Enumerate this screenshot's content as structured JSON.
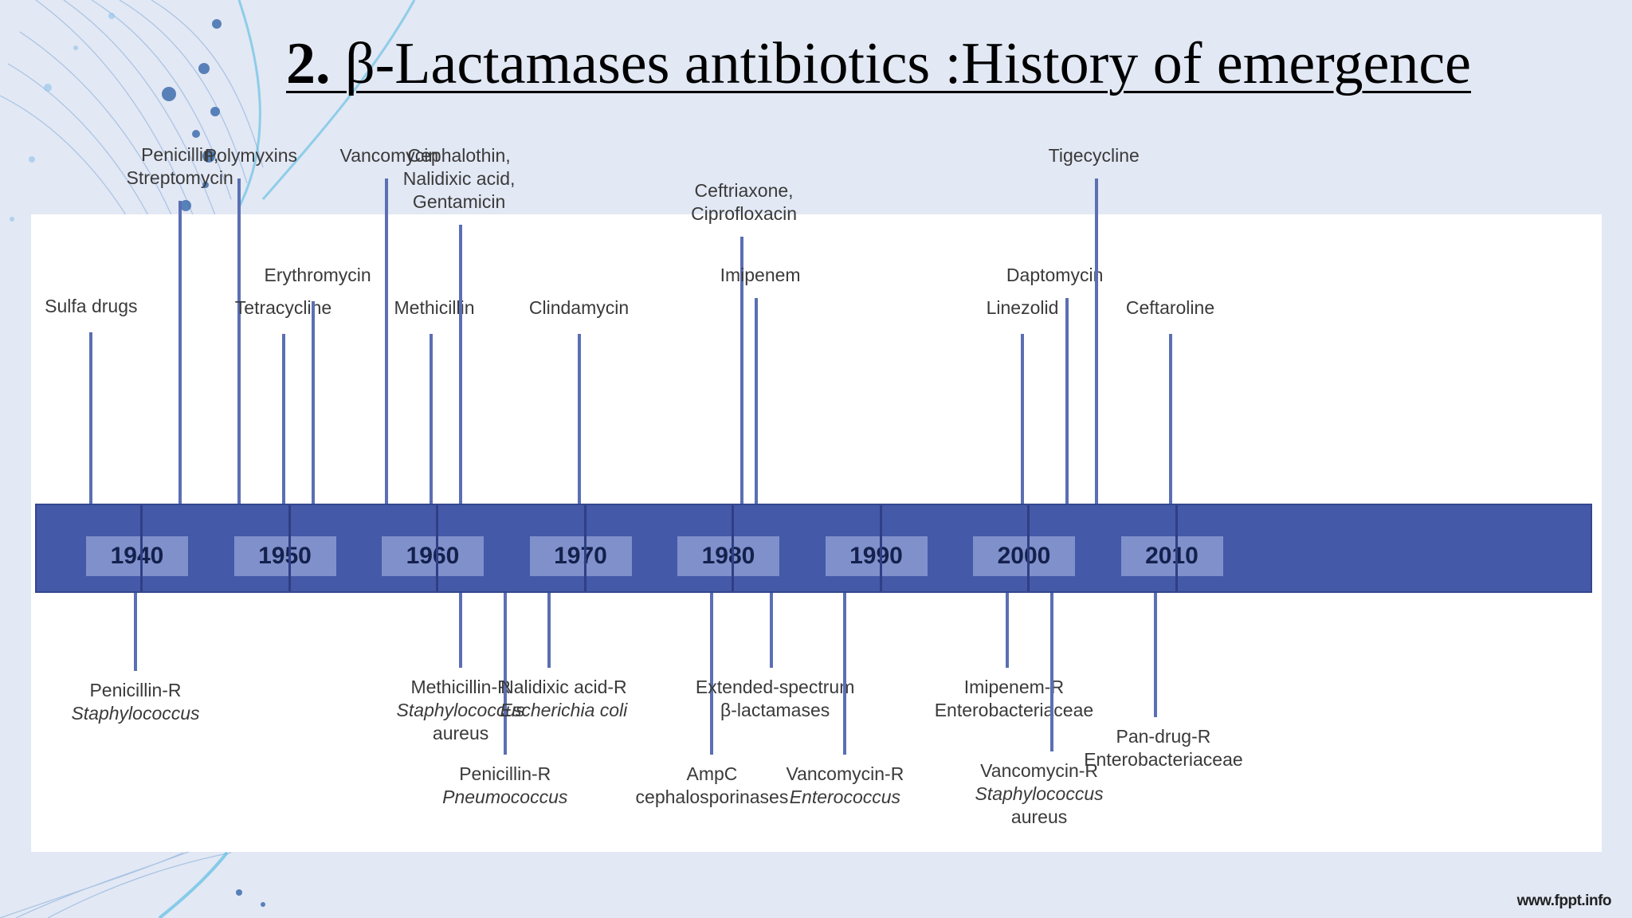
{
  "slide": {
    "title_number": "2.",
    "title_text": "β-Lactamases antibiotics :History of emergence",
    "footer": "www.fppt.info"
  },
  "timeline": {
    "years": [
      "1940",
      "1950",
      "1960",
      "1970",
      "1980",
      "1990",
      "2000",
      "2010"
    ],
    "antibiotics": [
      {
        "id": "sulfa",
        "lines": [
          "Sulfa drugs"
        ],
        "year": 1937
      },
      {
        "id": "penicillin",
        "lines": [
          "Penicillin,",
          "Streptomycin"
        ],
        "year": 1943
      },
      {
        "id": "polymyxins",
        "lines": [
          "Polymyxins"
        ],
        "year": 1947
      },
      {
        "id": "tetracycline",
        "lines": [
          "Tetracycline"
        ],
        "year": 1950
      },
      {
        "id": "erythromycin",
        "lines": [
          "Erythromycin"
        ],
        "year": 1952
      },
      {
        "id": "vancomycin",
        "lines": [
          "Vancomycin"
        ],
        "year": 1957
      },
      {
        "id": "methicillin",
        "lines": [
          "Methicillin"
        ],
        "year": 1960
      },
      {
        "id": "cephalothin",
        "lines": [
          "Cephalothin,",
          "Nalidixic acid,",
          "Gentamicin"
        ],
        "year": 1962
      },
      {
        "id": "clindamycin",
        "lines": [
          "Clindamycin"
        ],
        "year": 1970
      },
      {
        "id": "ceftriaxone",
        "lines": [
          "Ceftriaxone,",
          "Ciprofloxacin"
        ],
        "year": 1981
      },
      {
        "id": "imipenem",
        "lines": [
          "Imipenem"
        ],
        "year": 1982
      },
      {
        "id": "linezolid",
        "lines": [
          "Linezolid"
        ],
        "year": 2000
      },
      {
        "id": "daptomycin",
        "lines": [
          "Daptomycin"
        ],
        "year": 2003
      },
      {
        "id": "tigecycline",
        "lines": [
          "Tigecycline"
        ],
        "year": 2005
      },
      {
        "id": "ceftaroline",
        "lines": [
          "Ceftaroline"
        ],
        "year": 2010
      }
    ],
    "resistance": [
      {
        "id": "pen-r-staph",
        "lines": [
          {
            "t": "Penicillin-R"
          },
          {
            "t": "Staphylococcus",
            "i": true
          }
        ],
        "year": 1940
      },
      {
        "id": "meth-r-staph",
        "lines": [
          {
            "t": "Methicillin-R"
          },
          {
            "t": "Staphylococcus",
            "i": true
          },
          {
            "t": "aureus"
          }
        ],
        "year": 1962
      },
      {
        "id": "pen-r-pneumo",
        "lines": [
          {
            "t": "Penicillin-R"
          },
          {
            "t": "Pneumococcus",
            "i": true
          }
        ],
        "year": 1965
      },
      {
        "id": "nal-r-ecoli",
        "lines": [
          {
            "t": "Nalidixic acid-R"
          },
          {
            "t": "Escherichia coli",
            "i": true
          }
        ],
        "year": 1968
      },
      {
        "id": "ampc",
        "lines": [
          {
            "t": "AmpC"
          },
          {
            "t": "cephalosporinases"
          }
        ],
        "year": 1979
      },
      {
        "id": "esbl",
        "lines": [
          {
            "t": "Extended-spectrum"
          },
          {
            "t": "β-lactamases"
          }
        ],
        "year": 1983
      },
      {
        "id": "vanc-r-entero",
        "lines": [
          {
            "t": "Vancomycin-R"
          },
          {
            "t": "Enterococcus",
            "i": true
          }
        ],
        "year": 1988
      },
      {
        "id": "imi-r-entero",
        "lines": [
          {
            "t": "Imipenem-R"
          },
          {
            "t": "Enterobacteriaceae"
          }
        ],
        "year": 1999
      },
      {
        "id": "vanc-r-staph",
        "lines": [
          {
            "t": "Vancomycin-R"
          },
          {
            "t": "Staphylococcus",
            "i": true
          },
          {
            "t": "aureus"
          }
        ],
        "year": 2002
      },
      {
        "id": "pan-drug-r",
        "lines": [
          {
            "t": "Pan-drug-R"
          },
          {
            "t": "Enterobacteriaceae"
          }
        ],
        "year": 2009
      }
    ]
  }
}
